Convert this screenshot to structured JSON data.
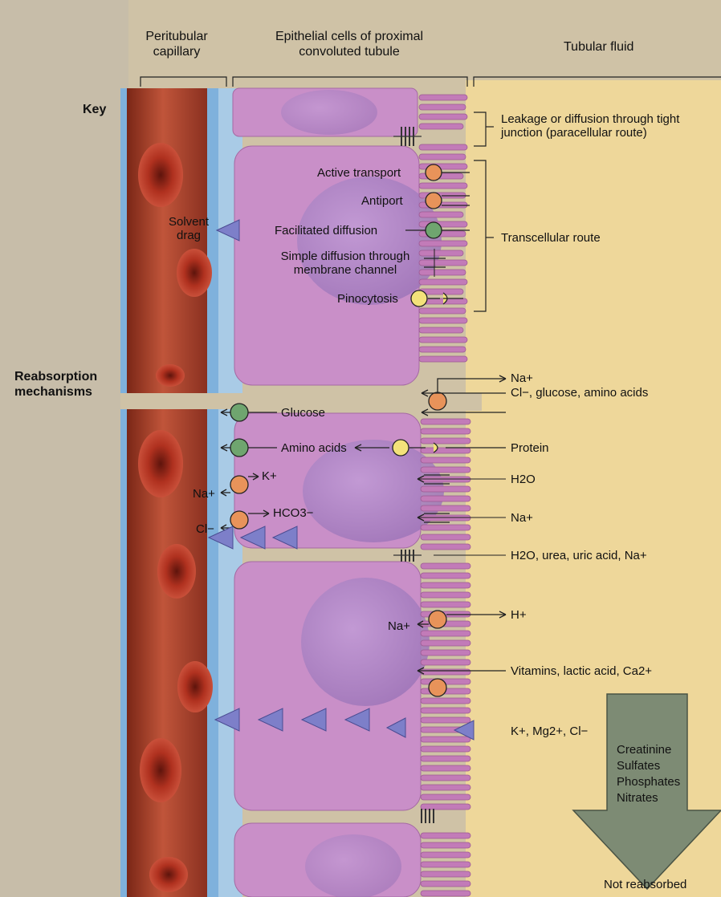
{
  "headers": {
    "peritubular": "Peritubular capillary",
    "epithelial": "Epithelial cells of proximal convoluted tubule",
    "tubular_fluid": "Tubular fluid"
  },
  "key": {
    "title": "Key",
    "leakage": "Leakage or diffusion through tight junction (paracellular route)",
    "active_transport": "Active transport",
    "antiport": "Antiport",
    "facilitated_diffusion": "Facilitated diffusion",
    "simple_diffusion": "Simple diffusion through membrane channel",
    "pinocytosis": "Pinocytosis",
    "transcellular_route": "Transcellular route",
    "solvent_drag": "Solvent drag"
  },
  "mechanisms": {
    "title": "Reabsorption mechanisms",
    "na_lumen": "Na+",
    "cl_glucose_amino": "Cl−, glucose, amino acids",
    "glucose": "Glucose",
    "amino_acids": "Amino acids",
    "protein": "Protein",
    "k_plus": "K+",
    "na_blood_1": "Na+",
    "h2o": "H2O",
    "hco3": "HCO3−",
    "cl_blood": "Cl−",
    "na_channel": "Na+",
    "paracellular": "H2O, urea, uric acid, Na+",
    "h_plus": "H+",
    "na_blood_2": "Na+",
    "vitamins": "Vitamins, lactic acid, Ca2+",
    "ions": "K+, Mg2+, Cl−",
    "not_reabsorbed_list": [
      "Creatinine",
      "Sulfates",
      "Phosphates",
      "Nitrates"
    ],
    "not_reabsorbed": "Not reabsorbed"
  },
  "colors": {
    "active_transport": "#e8935a",
    "facilitated": "#6fa56f",
    "pinocytosis": "#f3e27a",
    "solvent_drag": "#7d7fc9",
    "capillary": "#b2452e",
    "cell": "#c98fc8",
    "fluid": "#eed79a",
    "interstitial": "#a9cbe6",
    "big_arrow": "#7d8b74"
  }
}
